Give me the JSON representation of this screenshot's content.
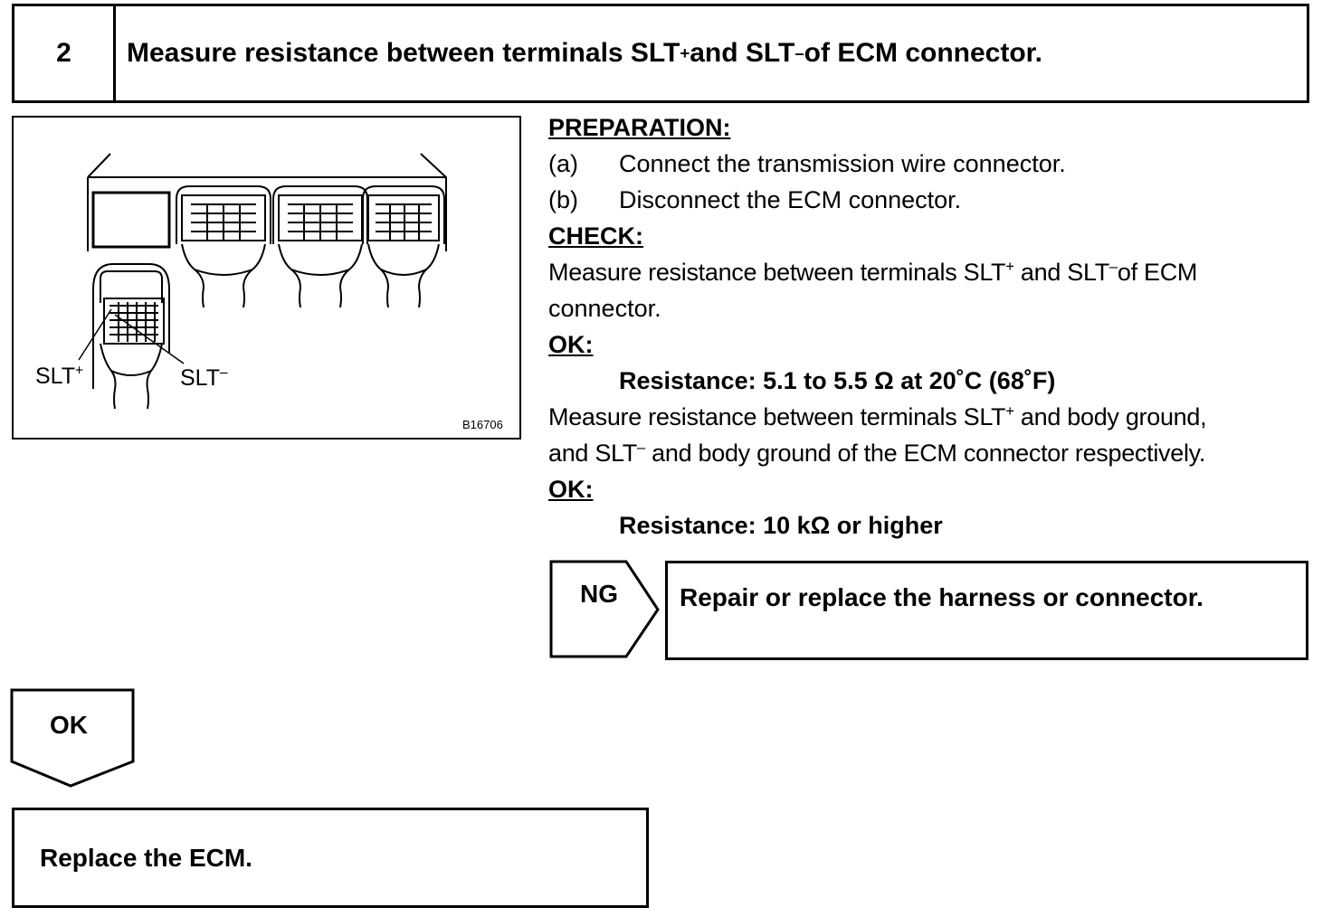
{
  "step": {
    "number": "2",
    "title_pre": "Measure resistance between terminals SLT",
    "title_sup1": "+",
    "title_mid": " and SLT",
    "title_sup2": "–",
    "title_post": " of ECM connector."
  },
  "figure": {
    "label_plus": "SLT",
    "label_plus_sup": "+",
    "label_minus": "SLT",
    "label_minus_sup": "–",
    "code": "B16706"
  },
  "preparation": {
    "heading": "PREPARATION:",
    "items": [
      {
        "marker": "(a)",
        "text": "Connect the transmission wire connector."
      },
      {
        "marker": "(b)",
        "text": "Disconnect the ECM connector."
      }
    ]
  },
  "check": {
    "heading": "CHECK:",
    "line1_pre": "Measure resistance between terminals SLT",
    "line1_sup1": "+",
    "line1_mid": " and SLT",
    "line1_sup2": "–",
    "line1_post": "of ECM",
    "line2": "connector."
  },
  "ok1": {
    "heading": "OK:",
    "spec": "Resistance: 5.1 to 5.5 Ω at 20˚C (68˚F)"
  },
  "check2": {
    "line1_pre": "Measure resistance between terminals SLT",
    "line1_sup": "+",
    "line1_post": " and body ground,",
    "line2_pre": "and SLT",
    "line2_sup": "–",
    "line2_post": " and body ground of the ECM connector respectively."
  },
  "ok2": {
    "heading": "OK:",
    "spec": "Resistance: 10 kΩ or higher"
  },
  "ng": {
    "label": "NG",
    "action": "Repair or replace the harness or connector."
  },
  "ok_flow": {
    "label": "OK",
    "action": "Replace the ECM."
  }
}
